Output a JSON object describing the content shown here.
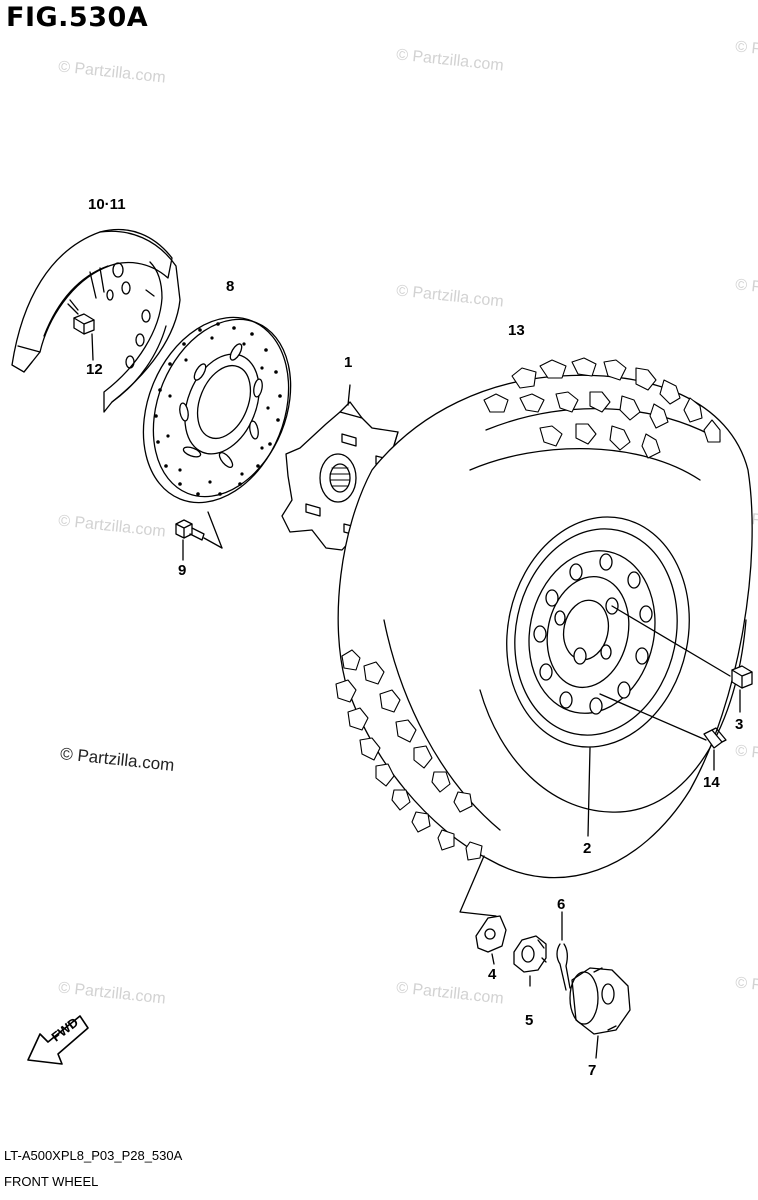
{
  "figure": {
    "title": "FIG.530A",
    "drawing_code": "LT-A500XPL8_P03_P28_530A",
    "caption": "FRONT WHEEL"
  },
  "watermark": {
    "text": "© Partzilla.com"
  },
  "fwd_label": "FWD",
  "callouts": {
    "p1": "1",
    "p2": "2",
    "p3": "3",
    "p4": "4",
    "p5": "5",
    "p6": "6",
    "p7": "7",
    "p8": "8",
    "p9": "9",
    "p10_11": "10·11",
    "p12": "12",
    "p13": "13",
    "p14": "14"
  }
}
